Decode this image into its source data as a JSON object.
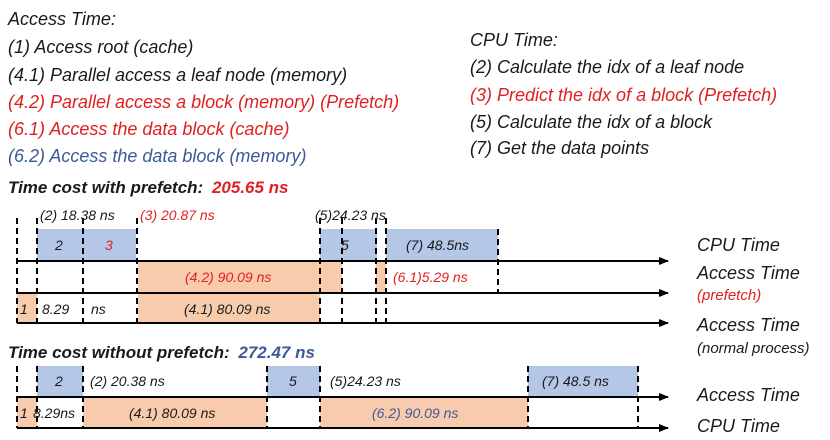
{
  "legend": {
    "access_title": "Access Time:",
    "access_items": [
      {
        "text": "(1)   Access root (cache)",
        "color": "default"
      },
      {
        "text": "(4.1) Parallel access a leaf node (memory)",
        "color": "default"
      },
      {
        "text": "(4.2) Parallel access a block (memory)  (Prefetch)",
        "color": "red"
      },
      {
        "text": "(6.1) Access the data block (cache)",
        "color": "red"
      },
      {
        "text": "(6.2) Access the data block (memory)",
        "color": "blue"
      }
    ],
    "cpu_title": "CPU Time:",
    "cpu_items": [
      {
        "text": "(2) Calculate the idx of a leaf node",
        "color": "default"
      },
      {
        "text": "(3) Predict the idx of a block (Prefetch)",
        "color": "red"
      },
      {
        "text": "(5) Calculate the idx of a block",
        "color": "default"
      },
      {
        "text": "(7) Get the data points",
        "color": "default"
      }
    ]
  },
  "colors": {
    "cpu_block": "#b4c7e7",
    "access_block": "#f8cbad",
    "red": "#e02020",
    "blue": "#3a5a9a"
  },
  "prefetch": {
    "title": "Time cost with prefetch:",
    "value": "205.65 ns",
    "top_labels": {
      "t2": "(2) 18.38 ns",
      "t3": "(3) 20.87 ns",
      "t5": "(5)24.23 ns"
    },
    "cpu_row": {
      "b2": "2",
      "b3": "3",
      "b5": "5",
      "b7": "(7) 48.5ns"
    },
    "prefetch_row": {
      "b42": "(4.2) 90.09 ns",
      "b61": "(6.1)5.29 ns"
    },
    "normal_row": {
      "b1": "1",
      "t829": "8.29",
      "tns": "ns",
      "b41": "(4.1) 80.09 ns"
    },
    "row_labels": {
      "cpu": "CPU Time",
      "access": "Access Time",
      "access_sub": "(prefetch)",
      "access2": "Access Time",
      "access2_sub": "(normal process)"
    }
  },
  "no_prefetch": {
    "title": "Time cost without prefetch:",
    "value": "272.47 ns",
    "top_row": {
      "b2": "2",
      "t2": "(2) 20.38 ns",
      "b5": "5",
      "t5": "(5)24.23 ns",
      "b7": "(7) 48.5 ns"
    },
    "bottom_row": {
      "b1": "1",
      "t829": "8.29ns",
      "b41": "(4.1) 80.09 ns",
      "b62": "(6.2) 90.09 ns"
    },
    "row_labels": {
      "access": "Access Time",
      "cpu": "CPU Time"
    }
  }
}
